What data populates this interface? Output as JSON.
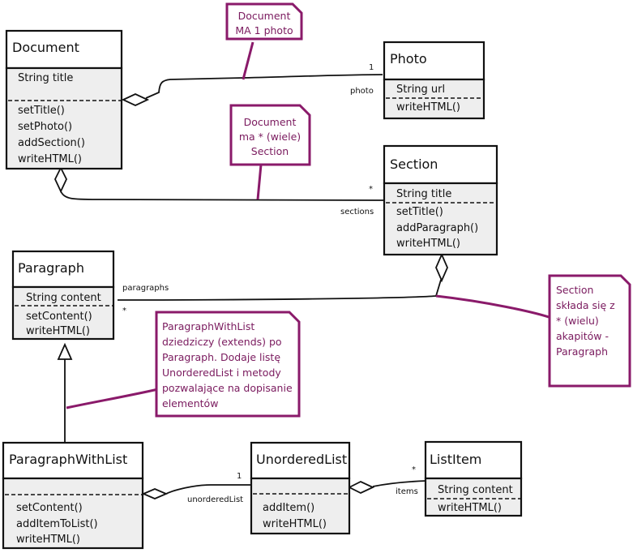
{
  "classes": {
    "document": {
      "name": "Document",
      "attrs": [
        "String title"
      ],
      "methods": [
        "setTitle()",
        "setPhoto()",
        "addSection()",
        "writeHTML()"
      ]
    },
    "photo": {
      "name": "Photo",
      "attrs": [
        "String url"
      ],
      "methods": [
        "writeHTML()"
      ]
    },
    "section": {
      "name": "Section",
      "attrs": [
        "String title"
      ],
      "methods": [
        "setTitle()",
        "addParagraph()",
        "writeHTML()"
      ]
    },
    "paragraph": {
      "name": "Paragraph",
      "attrs": [
        "String content"
      ],
      "methods": [
        "setContent()",
        "writeHTML()"
      ]
    },
    "paragraph_with_list": {
      "name": "ParagraphWithList",
      "attrs": [],
      "methods": [
        "setContent()",
        "addItemToList()",
        "writeHTML()"
      ]
    },
    "unordered_list": {
      "name": "UnorderedList",
      "attrs": [],
      "methods": [
        "addItem()",
        "writeHTML()"
      ]
    },
    "list_item": {
      "name": "ListItem",
      "attrs": [
        "String content"
      ],
      "methods": [
        "writeHTML()"
      ]
    }
  },
  "labels": {
    "photo_mult": "1",
    "photo_role": "photo",
    "sections_mult": "*",
    "sections_role": "sections",
    "paragraphs_role": "paragraphs",
    "paragraphs_mult": "*",
    "unordered_list_mult": "1",
    "unordered_list_role": "unorderedList",
    "items_mult": "*",
    "items_role": "items"
  },
  "notes": {
    "doc_photo": [
      "Document",
      "MA 1 photo"
    ],
    "doc_section": [
      "Document",
      "ma * (wiele)",
      "Section"
    ],
    "section_paragraph": [
      "Section",
      "składa się z",
      "* (wielu)",
      "akapitów -",
      "Paragraph"
    ],
    "paragraph_with_list": [
      "ParagraphWithList",
      "dziedziczy (extends) po",
      "Paragraph. Dodaje listę",
      "UnorderedList i metody",
      "pozwalające na dopisanie",
      "elementów"
    ]
  },
  "colors": {
    "note_border": "#8a1a6a",
    "note_text": "#7a1a5e",
    "class_body": "#eeeeee"
  }
}
